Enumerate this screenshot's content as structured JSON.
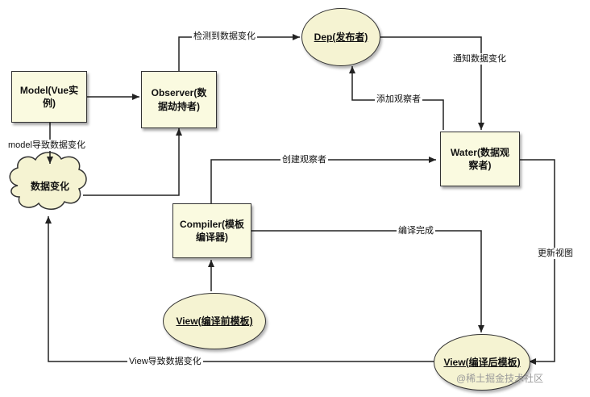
{
  "nodes": {
    "model": "Model(Vue实例)",
    "observer": "Observer(数据劫持者)",
    "dep": "Dep(发布者)",
    "watcher": "Water(数据观察者)",
    "data_change": "数据变化",
    "compiler": "Compiler(模板编译器)",
    "view_before": "View(编译前模板)",
    "view_after": "View(编译后模板)"
  },
  "edges": {
    "detect_change": "检测到数据变化",
    "notify_change": "通知数据变化",
    "add_observer": "添加观察者",
    "model_change": "model导致数据变化",
    "create_observer": "创建观察者",
    "compile_done": "编译完成",
    "update_view": "更新视图",
    "view_change": "View导致数据变化"
  },
  "watermark": "@稀土掘金技术社区"
}
